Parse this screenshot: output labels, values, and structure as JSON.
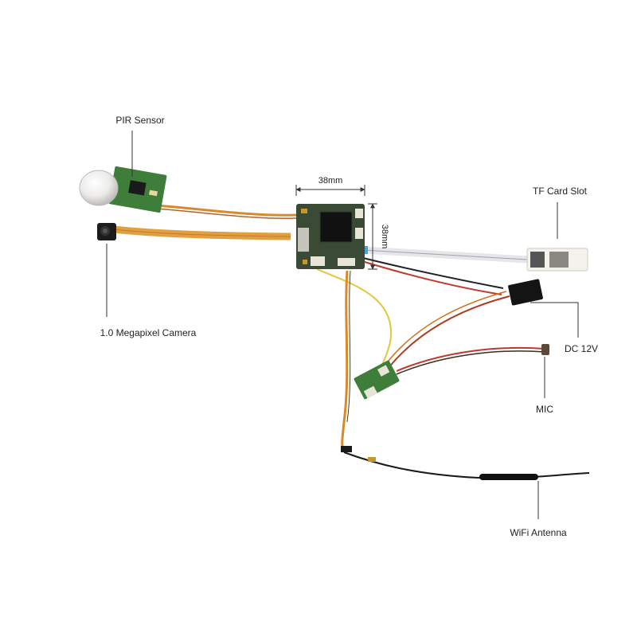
{
  "labels": {
    "pir_sensor": "PIR Sensor",
    "camera": "1.0 Megapixel Camera",
    "tf_card_slot": "TF Card Slot",
    "dc_12v": "DC 12V",
    "mic": "MIC",
    "wifi_antenna": "WiFi Antenna"
  },
  "dimensions": {
    "width": "38mm",
    "height": "38mm"
  }
}
